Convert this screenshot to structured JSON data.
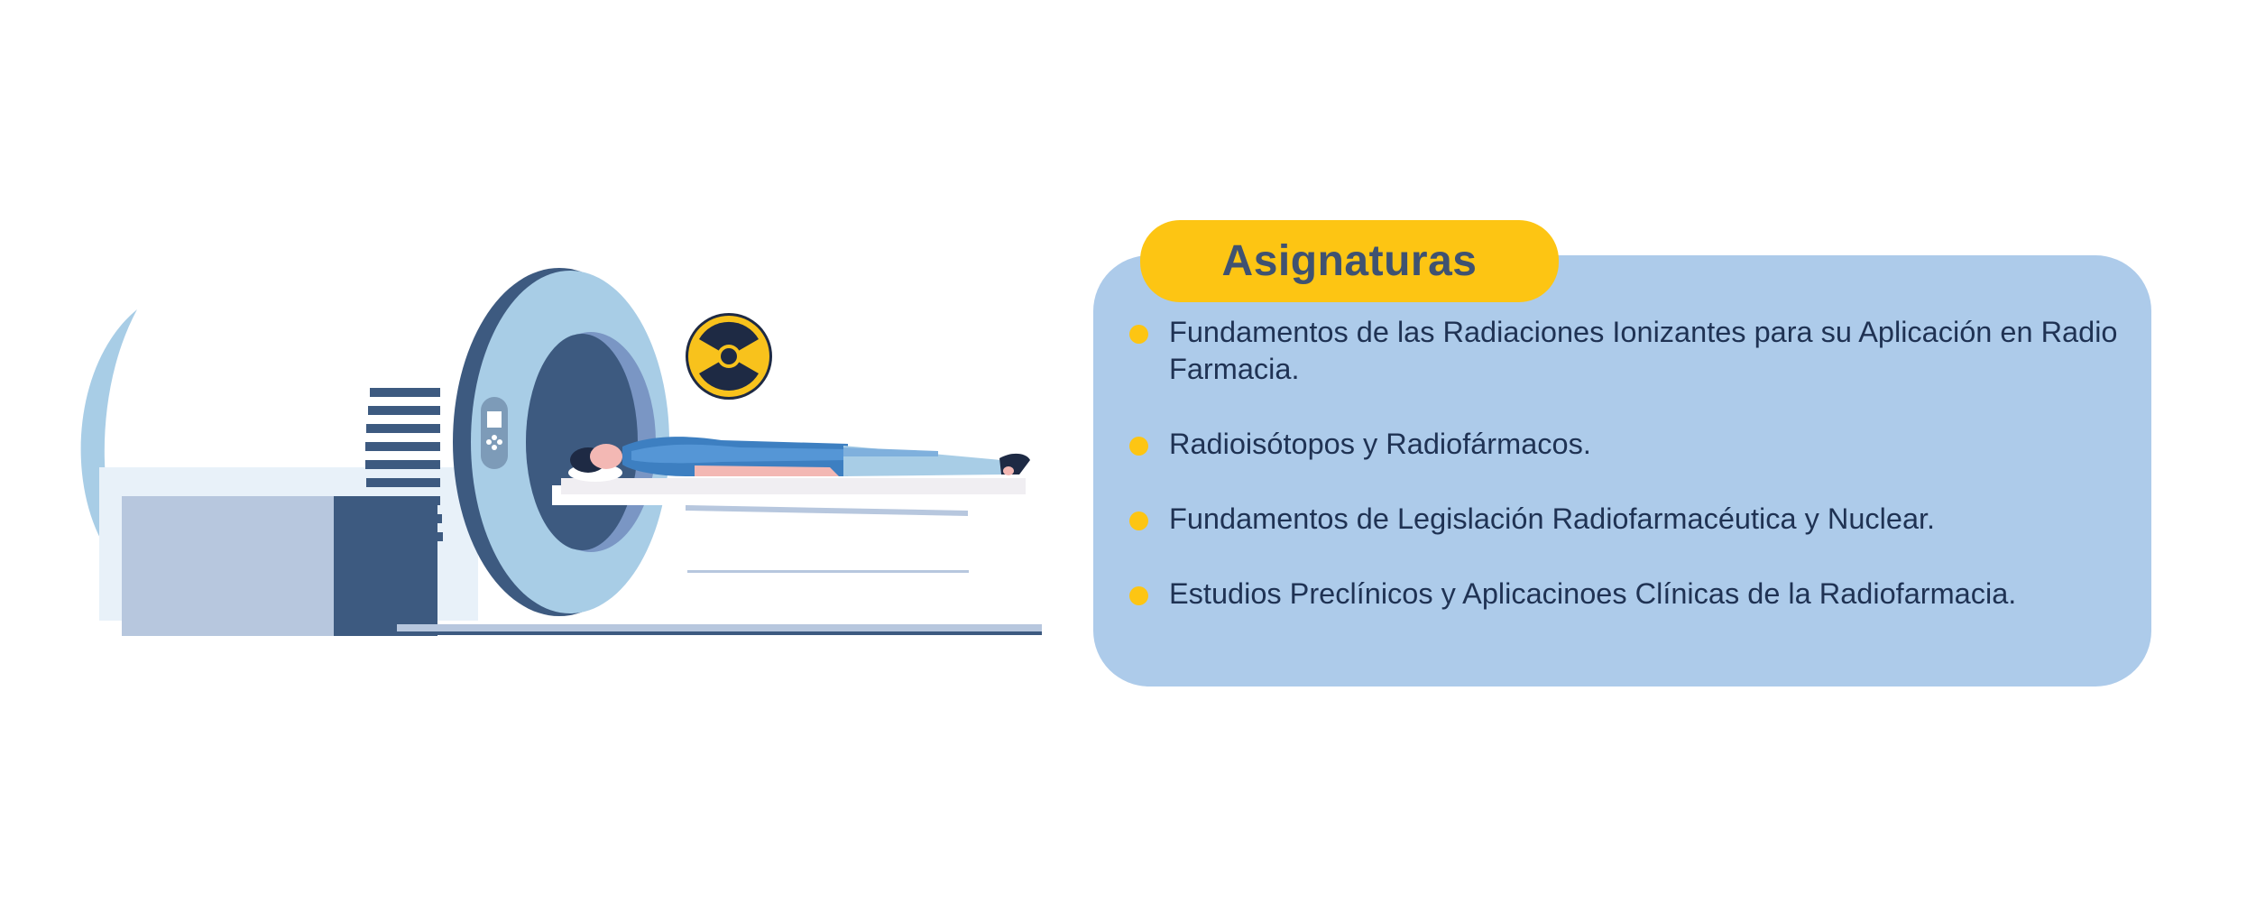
{
  "panel": {
    "title": "Asignaturas",
    "items": [
      {
        "text": "Fundamentos de las Radiaciones Ionizantes para su Aplicación en Radio Farmacia."
      },
      {
        "text": "Radioisótopos y Radiofármacos."
      },
      {
        "text": "Fundamentos de Legislación Radiofarmacéutica y Nuclear."
      },
      {
        "text": "Estudios Preclínicos y Aplicacinoes Clínicas de la Radiofarmacia."
      }
    ]
  },
  "illustration": {
    "icons": [
      "ct-scanner-illustration",
      "radiation-symbol-icon",
      "patient-figure"
    ]
  },
  "colors": {
    "panel_bg": "#adcbea",
    "accent_yellow": "#fdc513",
    "title_text": "#3f5271",
    "body_text": "#1f3253",
    "scanner_light_blue": "#a8cde6",
    "scanner_dark_blue": "#3d5a80"
  }
}
